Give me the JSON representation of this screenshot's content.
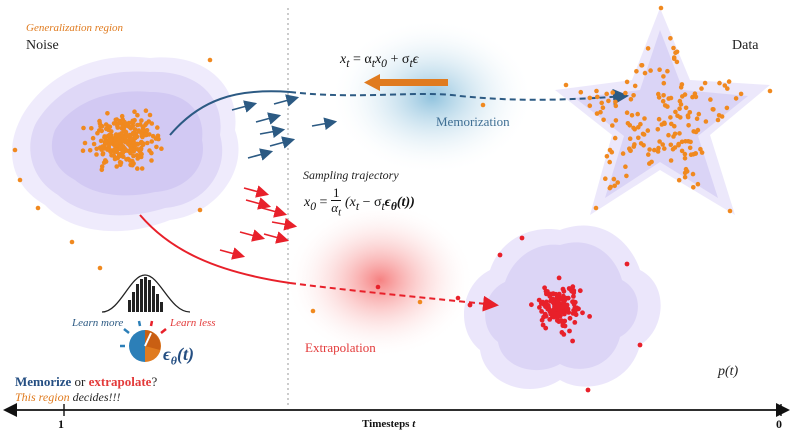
{
  "labels": {
    "generalization_region": "Generalization region",
    "noise": "Noise",
    "data": "Data",
    "memorization": "Memorization",
    "extrapolation": "Extrapolation",
    "sampling_trajectory": "Sampling trajectory",
    "p_t": "p(t)",
    "learn_more": "Learn more",
    "learn_less": "Learn less",
    "memorize": "Memorize",
    "or": " or ",
    "extrapolate": "extrapolate",
    "question_mark": "?",
    "this_region": "This region",
    "decides": " decides!!!",
    "timesteps": "Timesteps",
    "t_symbol": "t",
    "tick_start": "1",
    "tick_end": "0"
  },
  "equations": {
    "forward_lhs": "x",
    "forward_rhs": "= α",
    "forward_rest": "x",
    "forward_tail": " + σ",
    "forward_end": "ϵ",
    "sample_lhs": "x",
    "sample_eq": " = ",
    "sample_num": "1",
    "sample_den": "α",
    "sample_body": "(x",
    "sample_minus": " − σ",
    "sample_eps": "ϵ",
    "sample_close": "(t))",
    "eps_theta": "ϵ",
    "eps_sub": "θ",
    "eps_arg": "(t)"
  },
  "colors": {
    "orange": "#f0891f",
    "red": "#e8202a",
    "blue": "#2c5a83",
    "purple_fill": "#d9d2f5",
    "memo_blue": "#bcdcec",
    "extrap_red": "#f9b8b8"
  }
}
